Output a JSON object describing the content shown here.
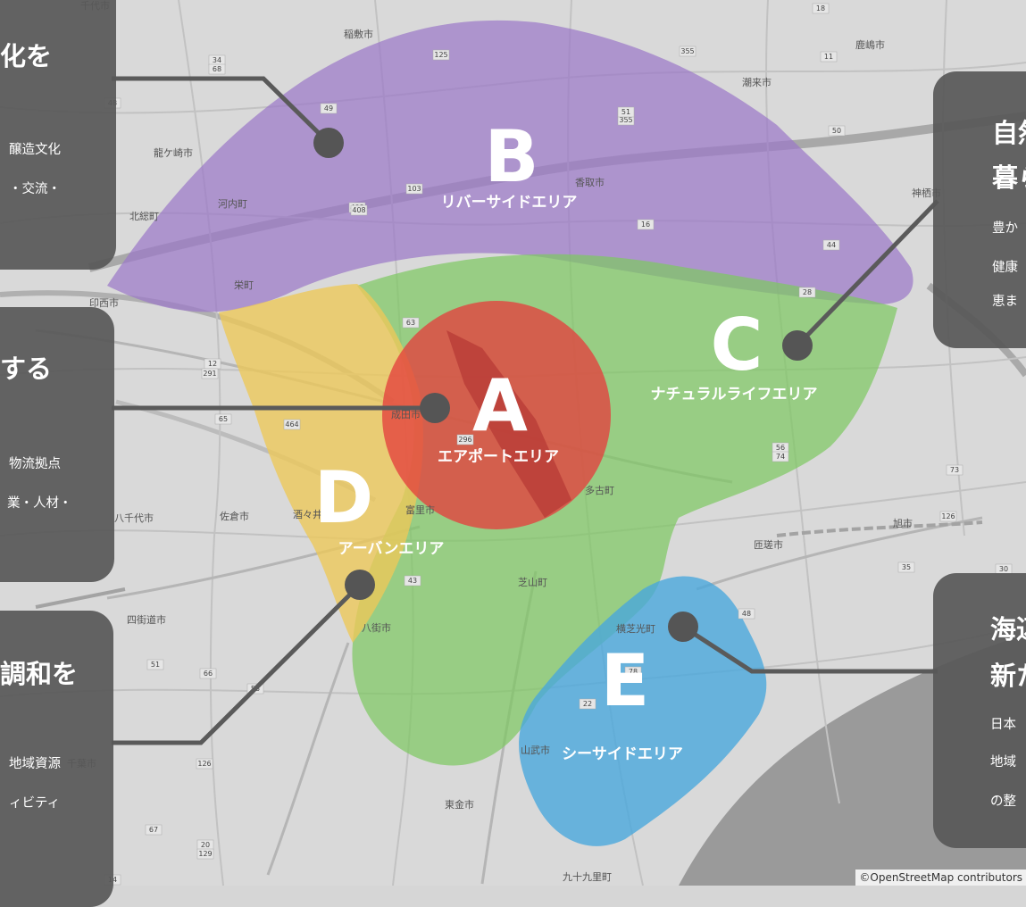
{
  "places": [
    "千代市",
    "稲敷市",
    "潮来市",
    "鹿嶋市",
    "龍ケ崎市",
    "河内町",
    "香取市",
    "神栖市",
    "栄町",
    "成田市",
    "佐倉市",
    "酒々井町",
    "富里市",
    "多古町",
    "八千代市",
    "四街道市",
    "八街市",
    "芝山町",
    "匝瑳市",
    "横芝光町",
    "千葉市",
    "山武市",
    "東金市",
    "旭市",
    "九十九里町",
    "北総町",
    "印西市"
  ],
  "road_numbers": [
    "34",
    "68",
    "48",
    "49",
    "125",
    "355",
    "51",
    "18",
    "50",
    "11",
    "103",
    "408",
    "16",
    "44",
    "28",
    "12",
    "291",
    "63",
    "65",
    "464",
    "73",
    "56",
    "74",
    "126",
    "35",
    "48",
    "43",
    "51",
    "66",
    "53",
    "126",
    "67",
    "20",
    "129",
    "14",
    "296",
    "78",
    "30",
    "22",
    "355",
    "51",
    "408"
  ],
  "zones": [
    {
      "letter": "A",
      "name": "エアポートエリア",
      "color": "#e4403d"
    },
    {
      "letter": "B",
      "name": "リバーサイドエリア",
      "color": "#9b78c8"
    },
    {
      "letter": "C",
      "name": "ナチュラルライフエリア",
      "color": "#7ec862"
    },
    {
      "letter": "D",
      "name": "アーバンエリア",
      "color": "#ecc85a"
    },
    {
      "letter": "E",
      "name": "シーサイドエリア",
      "color": "#4aa8dc"
    }
  ],
  "cards": {
    "top_left": {
      "title": "化を",
      "lines": [
        "醸造文化",
        "・交流・"
      ]
    },
    "mid_left": {
      "title": "する",
      "lines": [
        "物流拠点",
        "業・人材・"
      ]
    },
    "bottom_left": {
      "title": "調和を",
      "lines": [
        "地域資源",
        "ィビティ"
      ]
    },
    "top_right": {
      "title1": "自然",
      "title2": "暮ら",
      "lines": [
        "豊か",
        "健康",
        "恵ま"
      ]
    },
    "bottom_right": {
      "title1": "海辺",
      "title2": "新た",
      "lines": [
        "日本",
        "地域",
        "の整"
      ]
    }
  },
  "credit": "©OpenStreetMap contributors"
}
